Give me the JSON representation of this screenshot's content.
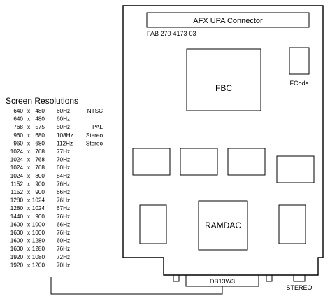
{
  "board": {
    "connector_label": "AFX UPA Connector",
    "fab_label": "FAB 270-4173-03",
    "fbc_label": "FBC",
    "fcode_label": "FCode",
    "ramdac_label": "RAMDAC",
    "db13w3_label": "DB13W3",
    "stereo_label": "STEREO"
  },
  "screen_resolutions": {
    "title": "Screen Resolutions",
    "rows": [
      {
        "w": "640",
        "x": "x",
        "h": "480",
        "hz": "60Hz",
        "note": "NTSC"
      },
      {
        "w": "640",
        "x": "x",
        "h": "480",
        "hz": "60Hz",
        "note": ""
      },
      {
        "w": "768",
        "x": "x",
        "h": "575",
        "hz": "50Hz",
        "note": "PAL"
      },
      {
        "w": "960",
        "x": "x",
        "h": "680",
        "hz": "108Hz",
        "note": "Stereo"
      },
      {
        "w": "960",
        "x": "x",
        "h": "680",
        "hz": "112Hz",
        "note": "Stereo"
      },
      {
        "w": "1024",
        "x": "x",
        "h": "768",
        "hz": "77Hz",
        "note": ""
      },
      {
        "w": "1024",
        "x": "x",
        "h": "768",
        "hz": "70Hz",
        "note": ""
      },
      {
        "w": "1024",
        "x": "x",
        "h": "768",
        "hz": "60Hz",
        "note": ""
      },
      {
        "w": "1024",
        "x": "x",
        "h": "800",
        "hz": "84Hz",
        "note": ""
      },
      {
        "w": "1152",
        "x": "x",
        "h": "900",
        "hz": "76Hz",
        "note": ""
      },
      {
        "w": "1152",
        "x": "x",
        "h": "900",
        "hz": "66Hz",
        "note": ""
      },
      {
        "w": "1280",
        "x": "x",
        "h": "1024",
        "hz": "76Hz",
        "note": ""
      },
      {
        "w": "1280",
        "x": "x",
        "h": "1024",
        "hz": "67Hz",
        "note": ""
      },
      {
        "w": "1440",
        "x": "x",
        "h": "900",
        "hz": "76Hz",
        "note": ""
      },
      {
        "w": "1600",
        "x": "x",
        "h": "1000",
        "hz": "66Hz",
        "note": ""
      },
      {
        "w": "1600",
        "x": "x",
        "h": "1000",
        "hz": "76Hz",
        "note": ""
      },
      {
        "w": "1600",
        "x": "x",
        "h": "1280",
        "hz": "60Hz",
        "note": ""
      },
      {
        "w": "1600",
        "x": "x",
        "h": "1280",
        "hz": "76Hz",
        "note": ""
      },
      {
        "w": "1920",
        "x": "x",
        "h": "1080",
        "hz": "72Hz",
        "note": ""
      },
      {
        "w": "1920",
        "x": "x",
        "h": "1200",
        "hz": "70Hz",
        "note": ""
      }
    ]
  }
}
